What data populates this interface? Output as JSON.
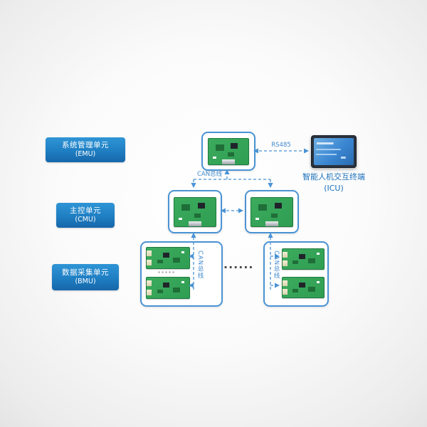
{
  "labels": {
    "emu": {
      "name": "系统管理单元",
      "abbr": "(EMU)"
    },
    "cmu": {
      "name": "主控单元",
      "abbr": "(CMU)"
    },
    "bmu": {
      "name": "数据采集单元",
      "abbr": "(BMU)"
    },
    "icu": {
      "name": "智能人机交互终端",
      "abbr": "(ICU)"
    }
  },
  "connections": {
    "rs485": "RS485",
    "can_bus_top": "CAN总线",
    "can_bus_left_group": "CAN总线",
    "can_bus_right_group": "CAN总线"
  },
  "ellipsis_more_groups": "......",
  "colors": {
    "label_box_blue": "#1f7ec2",
    "node_border_blue": "#4a93d4",
    "connector_blue": "#4a93d4",
    "pcb_green": "#2f9e52",
    "screen_blue": "#3a86d2",
    "icu_text_blue": "#1a70ba"
  }
}
